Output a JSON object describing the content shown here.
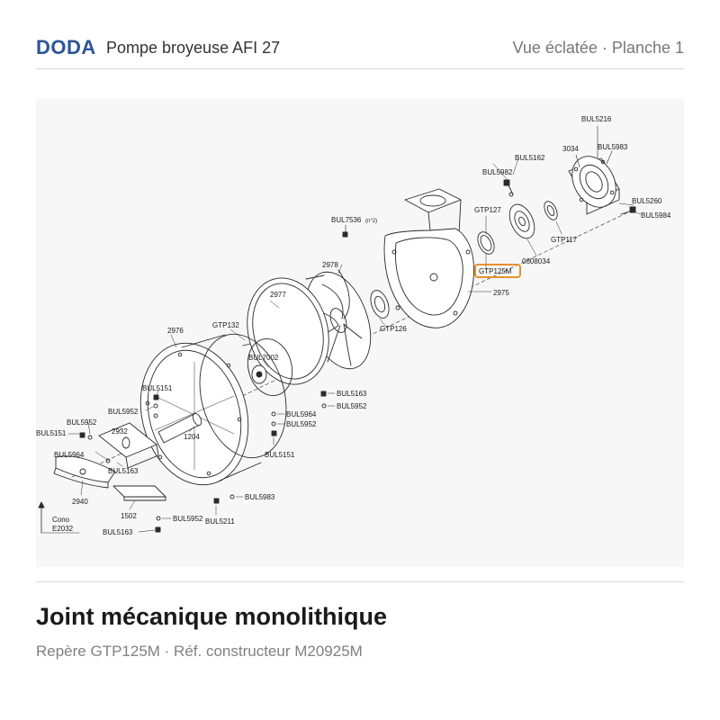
{
  "header": {
    "brand": "DODA",
    "product": "Pompe broyeuse AFI 27",
    "sheet": "Vue éclatée · Planche 1"
  },
  "diagram": {
    "highlight_color": "#e8912c",
    "line_color": "#2a2a2a",
    "labels": {
      "bul5216": "BUL5216",
      "p3034": "3034",
      "bul5983_top": "BUL5983",
      "bul5162": "BUL5162",
      "bul5982": "BUL5982",
      "bul5260": "BUL5260",
      "bul5984": "BUL5984",
      "gtp127": "GTP127",
      "gtp117": "GTP117",
      "p0608034": "0608034",
      "bul7536": "BUL7536",
      "bul7536_note": "(n°2)",
      "gtp125m": "GTP125M",
      "p2975": "2975",
      "p2978": "2978",
      "p2977": "2977",
      "gtp126": "GTP126",
      "gtp132": "GTP132",
      "p2976": "2976",
      "bul7002": "BUL7002",
      "bul5151_a": "BUL5151",
      "bul5952_a": "BUL5952",
      "bul5163_a": "BUL5163",
      "bul5952_b": "BUL5952",
      "bul5964_a": "BUL5964",
      "bul5952_c": "BUL5952",
      "bul5151_b": "BUL5151",
      "bul5952_d": "BUL5952",
      "bul5151_c": "BUL5151",
      "p2932": "2932",
      "p1204": "1204",
      "bul5964_b": "BUL5964",
      "bul5163_b": "BUL5163",
      "p2940": "2940",
      "p1502": "1502",
      "bul5983_bottom": "BUL5983",
      "bul5952_e": "BUL5952",
      "bul5211": "BUL5211",
      "bul5163_c": "BUL5163",
      "cono": "Cono",
      "e2032": "E2032"
    }
  },
  "part": {
    "title": "Joint mécanique monolithique",
    "subtitle": "Repère GTP125M · Réf. constructeur M20925M"
  }
}
